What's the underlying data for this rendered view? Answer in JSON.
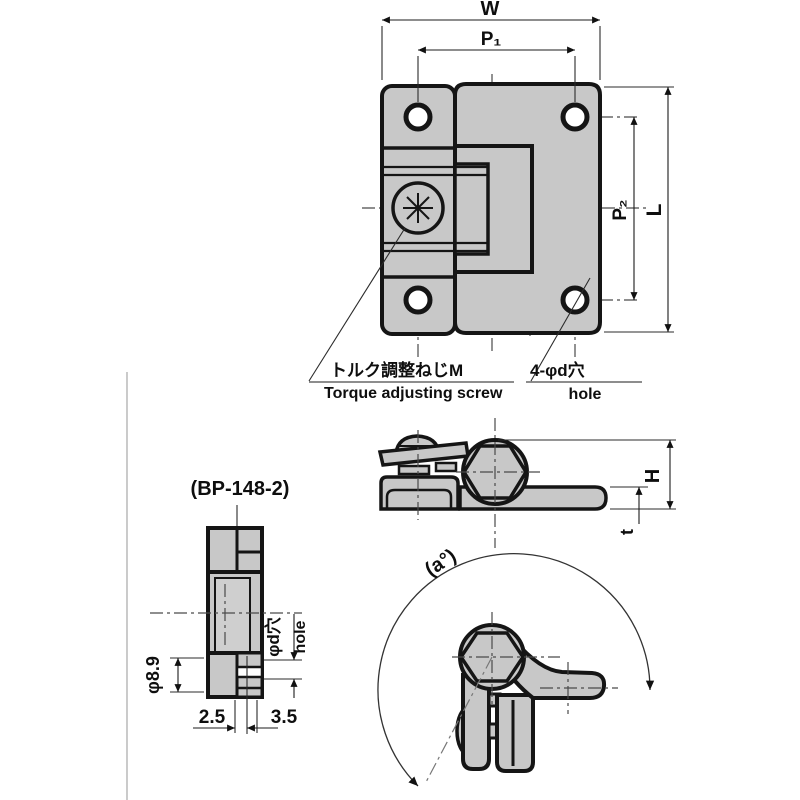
{
  "drawing": {
    "part_code": "(BP-148-2)",
    "colors": {
      "part_fill": "#c8c8c8",
      "outline": "#151515",
      "background": "#ffffff"
    },
    "top_view": {
      "dim_w": "W",
      "dim_p1": "P₁",
      "dim_p2": "P₂",
      "dim_l": "L",
      "screw_callout_jp": "トルク調整ねじM",
      "screw_callout_en": "Torque adjusting screw",
      "hole_callout_jp": "4-φd穴",
      "hole_callout_en": "hole"
    },
    "side_view": {
      "dim_h": "H",
      "dim_t": "t"
    },
    "section_view": {
      "dim_boss_dia": "φ8.9",
      "hole_label_jp": "φd穴",
      "hole_label_en": "hole",
      "dim_left": "2.5",
      "dim_right": "3.5"
    },
    "open_angle_view": {
      "angle_label": "(a°)"
    }
  }
}
